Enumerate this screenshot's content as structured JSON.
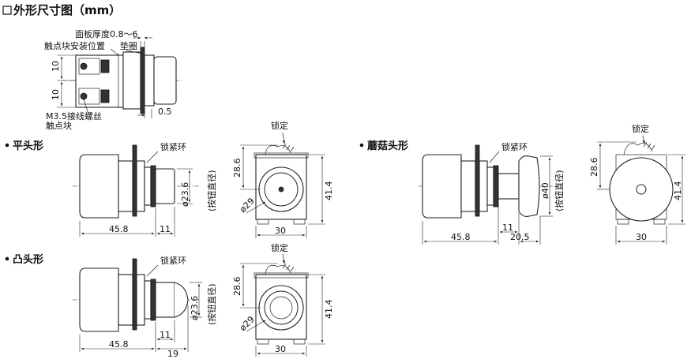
{
  "title": "外形尺寸图（mm）",
  "sections": {
    "flat": "平头形",
    "mushroom": "蘑菇头形",
    "convex": "凸头形"
  },
  "top_labels": {
    "panel_thickness": "面板厚度0.8～6",
    "contact_position": "触点块安装位置",
    "gasket": "垫圈",
    "screw": "M3.5接线螺丝",
    "contact_block": "触点块",
    "dim_10a": "10",
    "dim_10b": "10",
    "dim_05": "0.5"
  },
  "labels": {
    "lock_ring": "锁紧环",
    "lock": "锁定",
    "button_dia": "(按钮直径)"
  },
  "flat": {
    "d458": "45.8",
    "d11": "11",
    "d236": "ø23.6",
    "d286": "28.6",
    "d414": "41.4",
    "d29": "ø29",
    "d30": "30"
  },
  "convex": {
    "d458": "45.8",
    "d11": "11",
    "d19": "19",
    "d236": "ø23.6",
    "d286": "28.6",
    "d414": "41.4",
    "d29": "ø29",
    "d30": "30"
  },
  "mushroom": {
    "d458": "45.8",
    "d11": "11",
    "d205": "20.5",
    "d40": "ø40",
    "d286": "28.6",
    "d414": "41.4",
    "d30": "30"
  },
  "colors": {
    "line": "#222222",
    "background": "#ffffff"
  }
}
